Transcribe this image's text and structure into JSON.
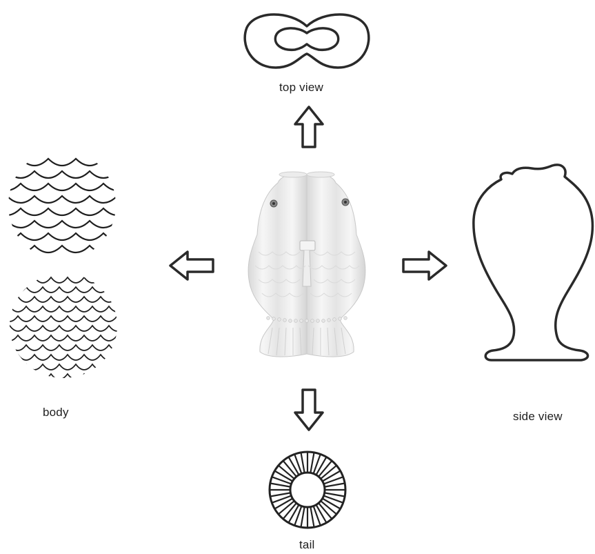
{
  "labels": {
    "top": "top view",
    "body": "body",
    "side": "side view",
    "tail": "tail"
  },
  "icons": {
    "top_outline": "figure-eight-outline-icon",
    "side_outline": "vase-silhouette-icon",
    "tail_pattern": "radial-ring-icon",
    "scale_pattern_a": "fish-scale-pattern-icon",
    "scale_pattern_b": "fish-scale-pattern-icon",
    "vase": "twin-fish-vase-image",
    "arrow_up": "arrow-up-icon",
    "arrow_left": "arrow-left-icon",
    "arrow_right": "arrow-right-icon",
    "arrow_down": "arrow-down-icon"
  },
  "colors": {
    "line": "#2a2a2a",
    "background": "#ffffff",
    "vase": "#f2f2f2"
  }
}
